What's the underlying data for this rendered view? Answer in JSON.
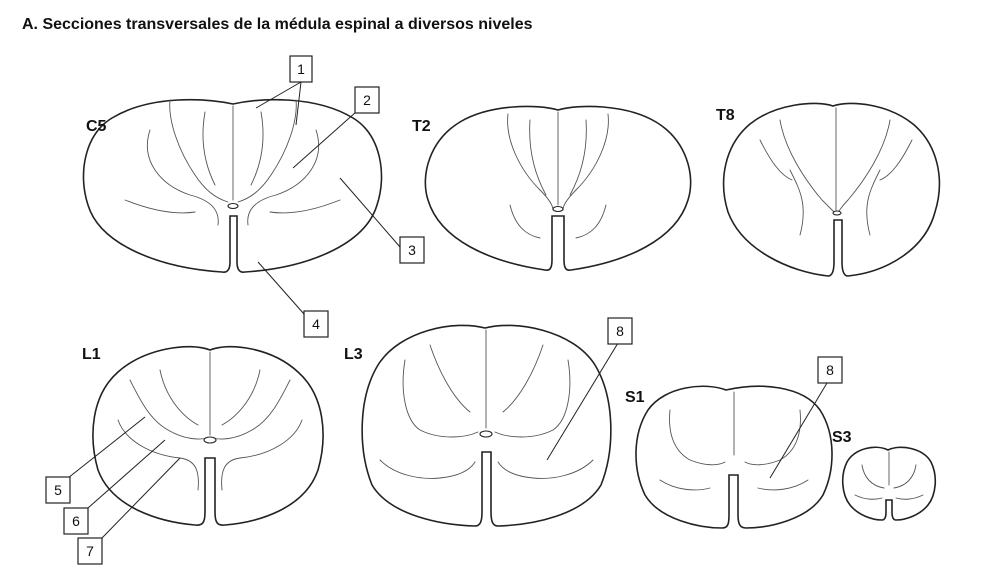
{
  "title": "A. Secciones transversales de la médula espinal a diversos niveles",
  "levels": {
    "c5": "C5",
    "t2": "T2",
    "t8": "T8",
    "l1": "L1",
    "l3": "L3",
    "s1": "S1",
    "s3": "S3"
  },
  "callouts": {
    "n1": "1",
    "n2": "2",
    "n3": "3",
    "n4": "4",
    "n5": "5",
    "n6": "6",
    "n7": "7",
    "n8a": "8",
    "n8b": "8"
  }
}
